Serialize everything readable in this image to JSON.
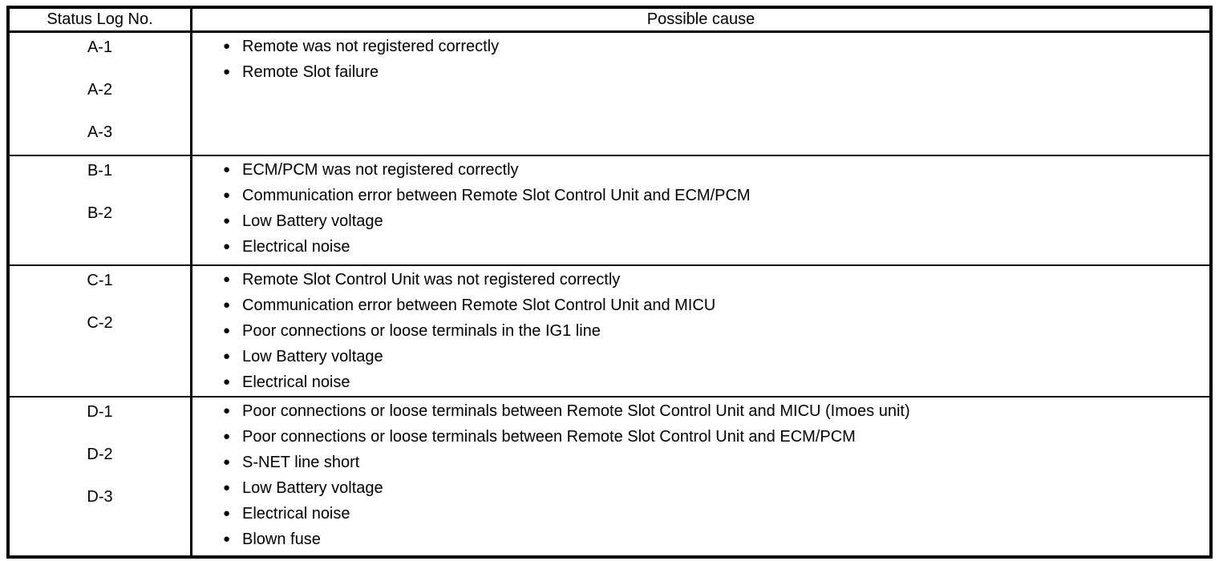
{
  "table": {
    "headers": {
      "status_log_no": "Status Log No.",
      "possible_cause": "Possible cause"
    },
    "bullet_icon": "●",
    "colors": {
      "border": "#000000",
      "text": "#000000",
      "background": "#ffffff"
    },
    "rows": [
      {
        "codes": [
          "A-1",
          "A-2",
          "A-3"
        ],
        "causes": [
          "Remote was not registered correctly",
          "Remote Slot failure"
        ]
      },
      {
        "codes": [
          "B-1",
          "B-2"
        ],
        "causes": [
          "ECM/PCM was not registered correctly",
          "Communication error between Remote Slot Control Unit and ECM/PCM",
          "Low Battery voltage",
          "Electrical noise"
        ]
      },
      {
        "codes": [
          "C-1",
          "C-2"
        ],
        "causes": [
          "Remote Slot Control Unit was not registered correctly",
          "Communication error between Remote Slot Control Unit and MICU",
          "Poor connections or loose terminals in the IG1 line",
          "Low Battery voltage",
          "Electrical noise"
        ]
      },
      {
        "codes": [
          "D-1",
          "D-2",
          "D-3"
        ],
        "causes": [
          "Poor connections or loose terminals between Remote Slot Control Unit and MICU (Imoes unit)",
          "Poor connections or loose terminals between Remote Slot Control Unit and ECM/PCM",
          "S-NET line short",
          "Low Battery voltage",
          "Electrical noise",
          "Blown fuse"
        ]
      }
    ]
  }
}
